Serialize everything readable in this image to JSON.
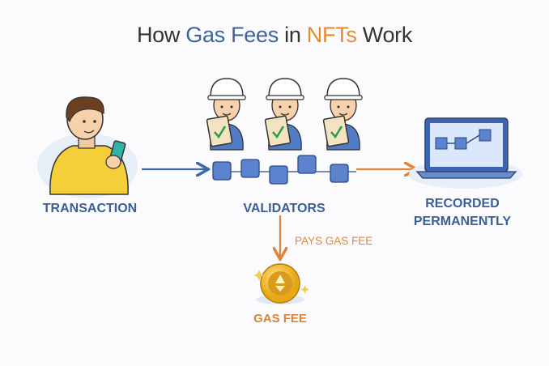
{
  "title": {
    "part1": "How ",
    "part2": "Gas Fees",
    "part3": " in ",
    "part4": "NFTs",
    "part5": " Work"
  },
  "nodes": {
    "transaction": "TRANSACTION",
    "validators": "VALIDATORS",
    "recorded_line1": "RECORDED",
    "recorded_line2": "PERMANENTLY",
    "pays_gas_fee": "PAYS GAS FEE",
    "gas_fee": "GAS FEE"
  },
  "colors": {
    "blue": "#3b5f93",
    "orange": "#e58a2e",
    "block": "#5b7fc7",
    "coin": "#f2bf2c"
  }
}
